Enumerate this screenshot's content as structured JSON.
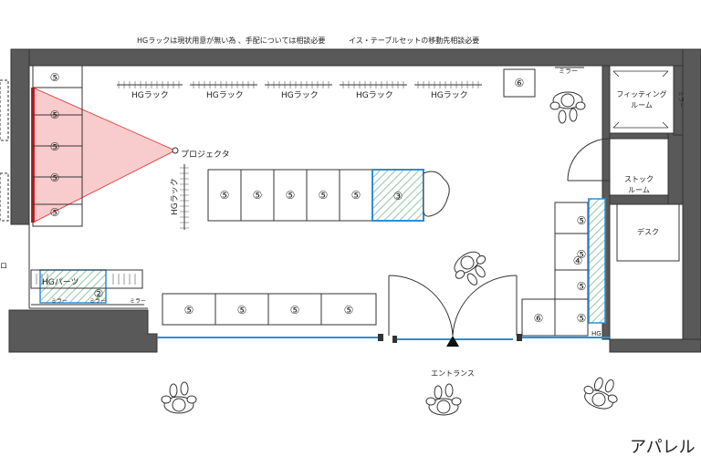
{
  "notes": {
    "left": "HGラックは現状用意が無い為 、手配については相談必要",
    "right": "イス・テーブルセットの移動先相談必要"
  },
  "labels": {
    "hg_rack": "HGラック",
    "projector": "プロジェクタ",
    "hg_parts": "HGパーツ",
    "mirror": "ミラー",
    "fitting_room": [
      "フィッティング",
      "ルーム"
    ],
    "stock_room": [
      "ストック",
      "ルーム"
    ],
    "desk": "デスク",
    "entrance": "エントランス",
    "left_edge": "ロ",
    "hg_short": "HG",
    "title_partial": "アパレル"
  },
  "markers": {
    "m2": "②",
    "m3": "③",
    "m4": "④",
    "m5": "⑤",
    "m6": "⑥"
  },
  "colors": {
    "wall": "#595959",
    "projection_fill": "#f8cccc",
    "projection_edge": "#e01a1a",
    "glass": "#2e8fd6",
    "table_hatch": "#8ec7a8"
  },
  "icons": [
    "person-icon",
    "door-swing-icon",
    "entrance-arrow-icon",
    "chair-icon"
  ]
}
